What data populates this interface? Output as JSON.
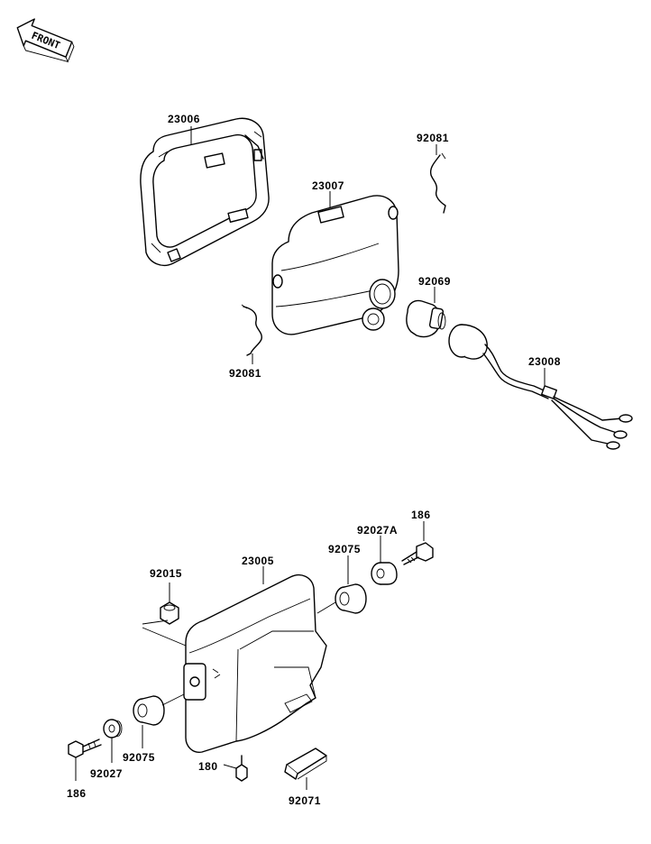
{
  "front_arrow": {
    "label": "FRONT",
    "icon": "front-direction-arrow-icon"
  },
  "parts": [
    {
      "id": "label-23006",
      "number": "23006"
    },
    {
      "id": "label-92081-top",
      "number": "92081"
    },
    {
      "id": "label-23007",
      "number": "23007"
    },
    {
      "id": "label-92069",
      "number": "92069"
    },
    {
      "id": "label-92081-bottom",
      "number": "92081"
    },
    {
      "id": "label-23008",
      "number": "23008"
    },
    {
      "id": "label-186-top",
      "number": "186"
    },
    {
      "id": "label-92027A",
      "number": "92027A"
    },
    {
      "id": "label-92075-top",
      "number": "92075"
    },
    {
      "id": "label-23005",
      "number": "23005"
    },
    {
      "id": "label-92015",
      "number": "92015"
    },
    {
      "id": "label-92075-bottom",
      "number": "92075"
    },
    {
      "id": "label-92027",
      "number": "92027"
    },
    {
      "id": "label-186-bottom",
      "number": "186"
    },
    {
      "id": "label-180",
      "number": "180"
    },
    {
      "id": "label-92071",
      "number": "92071"
    }
  ]
}
